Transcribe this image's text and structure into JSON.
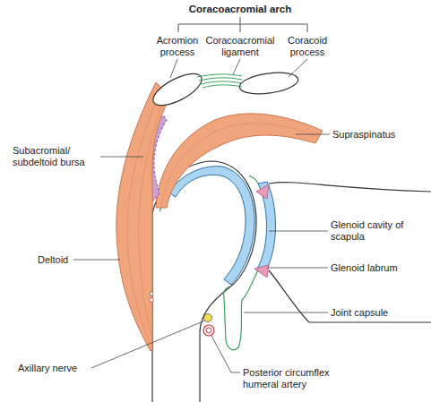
{
  "diagram": {
    "title": "Coracoacromial arch",
    "labels": [
      "Acromion process",
      "Coracoacromial ligament",
      "Coracoid process",
      "Subacromial/ subdeltoid bursa",
      "Supraspinatus",
      "Glenoid cavity of scapula",
      "Glenoid labrum",
      "Joint capsule",
      "Deltoid",
      "Axillary nerve",
      "Posterior circumflex humeral artery"
    ]
  }
}
